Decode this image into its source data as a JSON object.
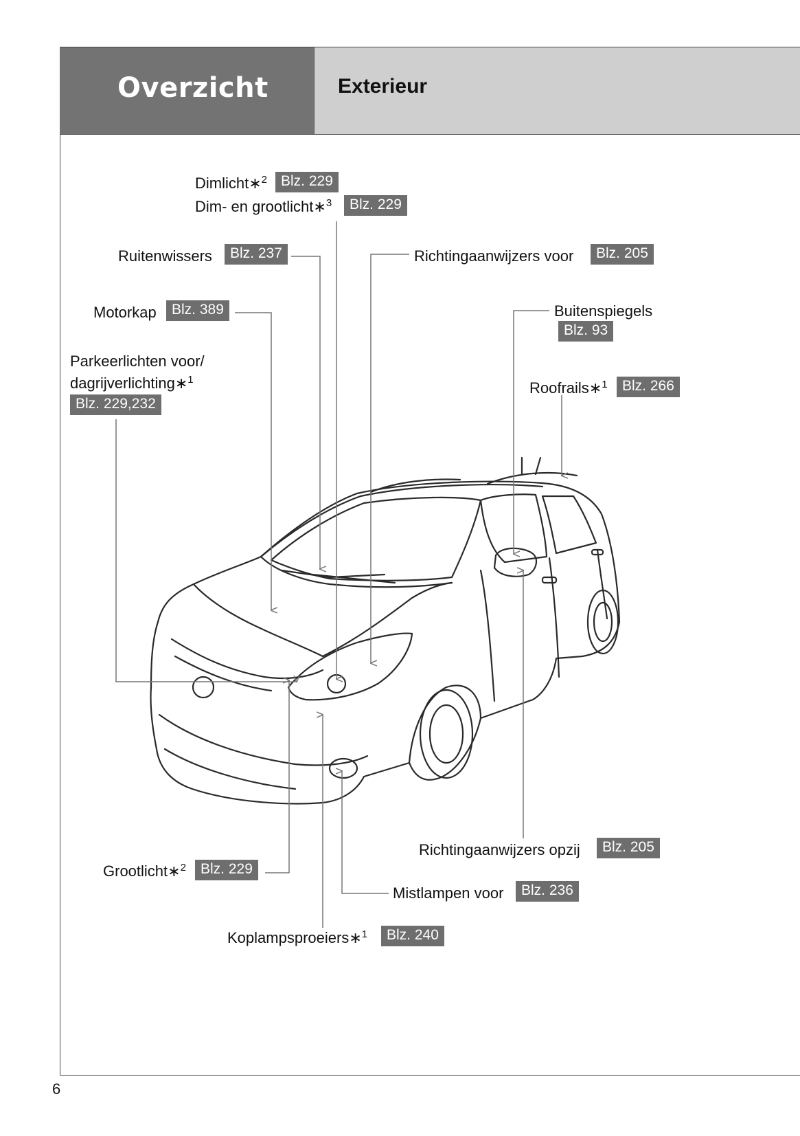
{
  "header": {
    "section": "Overzicht",
    "subsection": "Exterieur"
  },
  "page_number": "6",
  "labels": {
    "dimlicht": {
      "text": "Dimlicht",
      "star": "∗",
      "note": "2",
      "ref": "Blz. 229"
    },
    "dim_groot": {
      "text": "Dim- en grootlicht",
      "star": "∗",
      "note": "3",
      "ref": "Blz. 229"
    },
    "ruitenwissers": {
      "text": "Ruitenwissers",
      "ref": "Blz. 237"
    },
    "richting_voor": {
      "text": "Richtingaanwijzers voor",
      "ref": "Blz. 205"
    },
    "motorkap": {
      "text": "Motorkap",
      "ref": "Blz. 389"
    },
    "buitenspiegels": {
      "text": "Buitenspiegels",
      "ref": "Blz. 93"
    },
    "parkeer": {
      "line1": "Parkeerlichten voor/",
      "line2": "dagrijverlichting",
      "star": "∗",
      "note": "1",
      "ref": "Blz. 229,232"
    },
    "roofrails": {
      "text": "Roofrails",
      "star": "∗",
      "note": "1",
      "ref": "Blz. 266"
    },
    "richting_opzij": {
      "text": "Richtingaanwijzers opzij",
      "ref": "Blz. 205"
    },
    "grootlicht": {
      "text": "Grootlicht",
      "star": "∗",
      "note": "2",
      "ref": "Blz. 229"
    },
    "mistlampen": {
      "text": "Mistlampen voor",
      "ref": "Blz. 236"
    },
    "koplamp": {
      "text": "Koplampsproeiers",
      "star": "∗",
      "note": "1",
      "ref": "Blz. 240"
    }
  }
}
